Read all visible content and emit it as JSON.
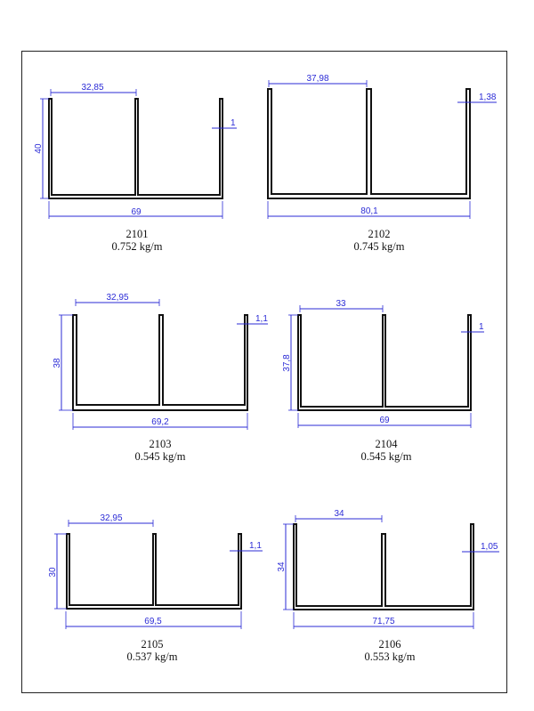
{
  "sheet": {
    "profiles": [
      {
        "code": "2101",
        "weight": "0.752 kg/m",
        "dims": {
          "height": "40",
          "inner_width": "32,85",
          "total_width": "69",
          "thickness": "1"
        }
      },
      {
        "code": "2102",
        "weight": "0.745 kg/m",
        "dims": {
          "height": "",
          "inner_width": "37,98",
          "total_width": "80,1",
          "thickness": "1,38"
        }
      },
      {
        "code": "2103",
        "weight": "0.545 kg/m",
        "dims": {
          "height": "38",
          "inner_width": "32,95",
          "total_width": "69,2",
          "thickness": "1,1"
        }
      },
      {
        "code": "2104",
        "weight": "0.545 kg/m",
        "dims": {
          "height": "37,8",
          "inner_width": "33",
          "total_width": "69",
          "thickness": "1"
        }
      },
      {
        "code": "2105",
        "weight": "0.537 kg/m",
        "dims": {
          "height": "30",
          "inner_width": "32,95",
          "total_width": "69,5",
          "thickness": "1,1"
        }
      },
      {
        "code": "2106",
        "weight": "0.553 kg/m",
        "dims": {
          "height": "34",
          "inner_width": "34",
          "total_width": "71,75",
          "thickness": "1,05"
        }
      }
    ]
  },
  "colors": {
    "dimension": "#2b2bd6",
    "profile": "#111111",
    "frame": "#222222"
  }
}
